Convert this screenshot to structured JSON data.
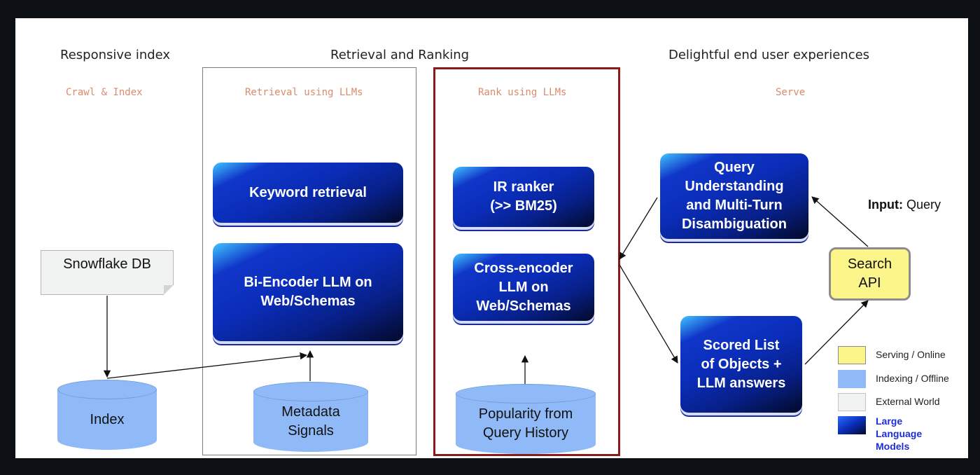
{
  "sections": {
    "responsive_index": "Responsive index",
    "retrieval_ranking": "Retrieval and Ranking",
    "delightful": "Delightful end user experiences"
  },
  "stages": {
    "crawl": "Crawl & Index",
    "retrieval": "Retrieval using LLMs",
    "rank": "Rank using LLMs",
    "serve": "Serve"
  },
  "nodes": {
    "snowflake": "Snowflake DB",
    "index": "Index",
    "keyword": "Keyword retrieval",
    "biencoder": "Bi-Encoder LLM on\nWeb/Schemas",
    "metadata": "Metadata\nSignals",
    "ir_ranker": "IR ranker\n(>> BM25)",
    "cross_encoder": "Cross-encoder\nLLM on\nWeb/Schemas",
    "popularity": "Popularity from\nQuery History",
    "query_understanding": "Query\nUnderstanding\nand Multi-Turn\nDisambiguation",
    "scored_list": "Scored List\nof Objects +\nLLM answers",
    "search_api": "Search\nAPI"
  },
  "input": {
    "bold": "Input:",
    "text": "Query"
  },
  "legend": [
    {
      "label": "Serving / Online",
      "color": "#fbf58a"
    },
    {
      "label": "Indexing / Offline",
      "color": "#8fbaf7"
    },
    {
      "label": "External World",
      "color": "#f1f3f2"
    },
    {
      "label": "Large Language\nModels",
      "color": "#0a2db8"
    }
  ]
}
